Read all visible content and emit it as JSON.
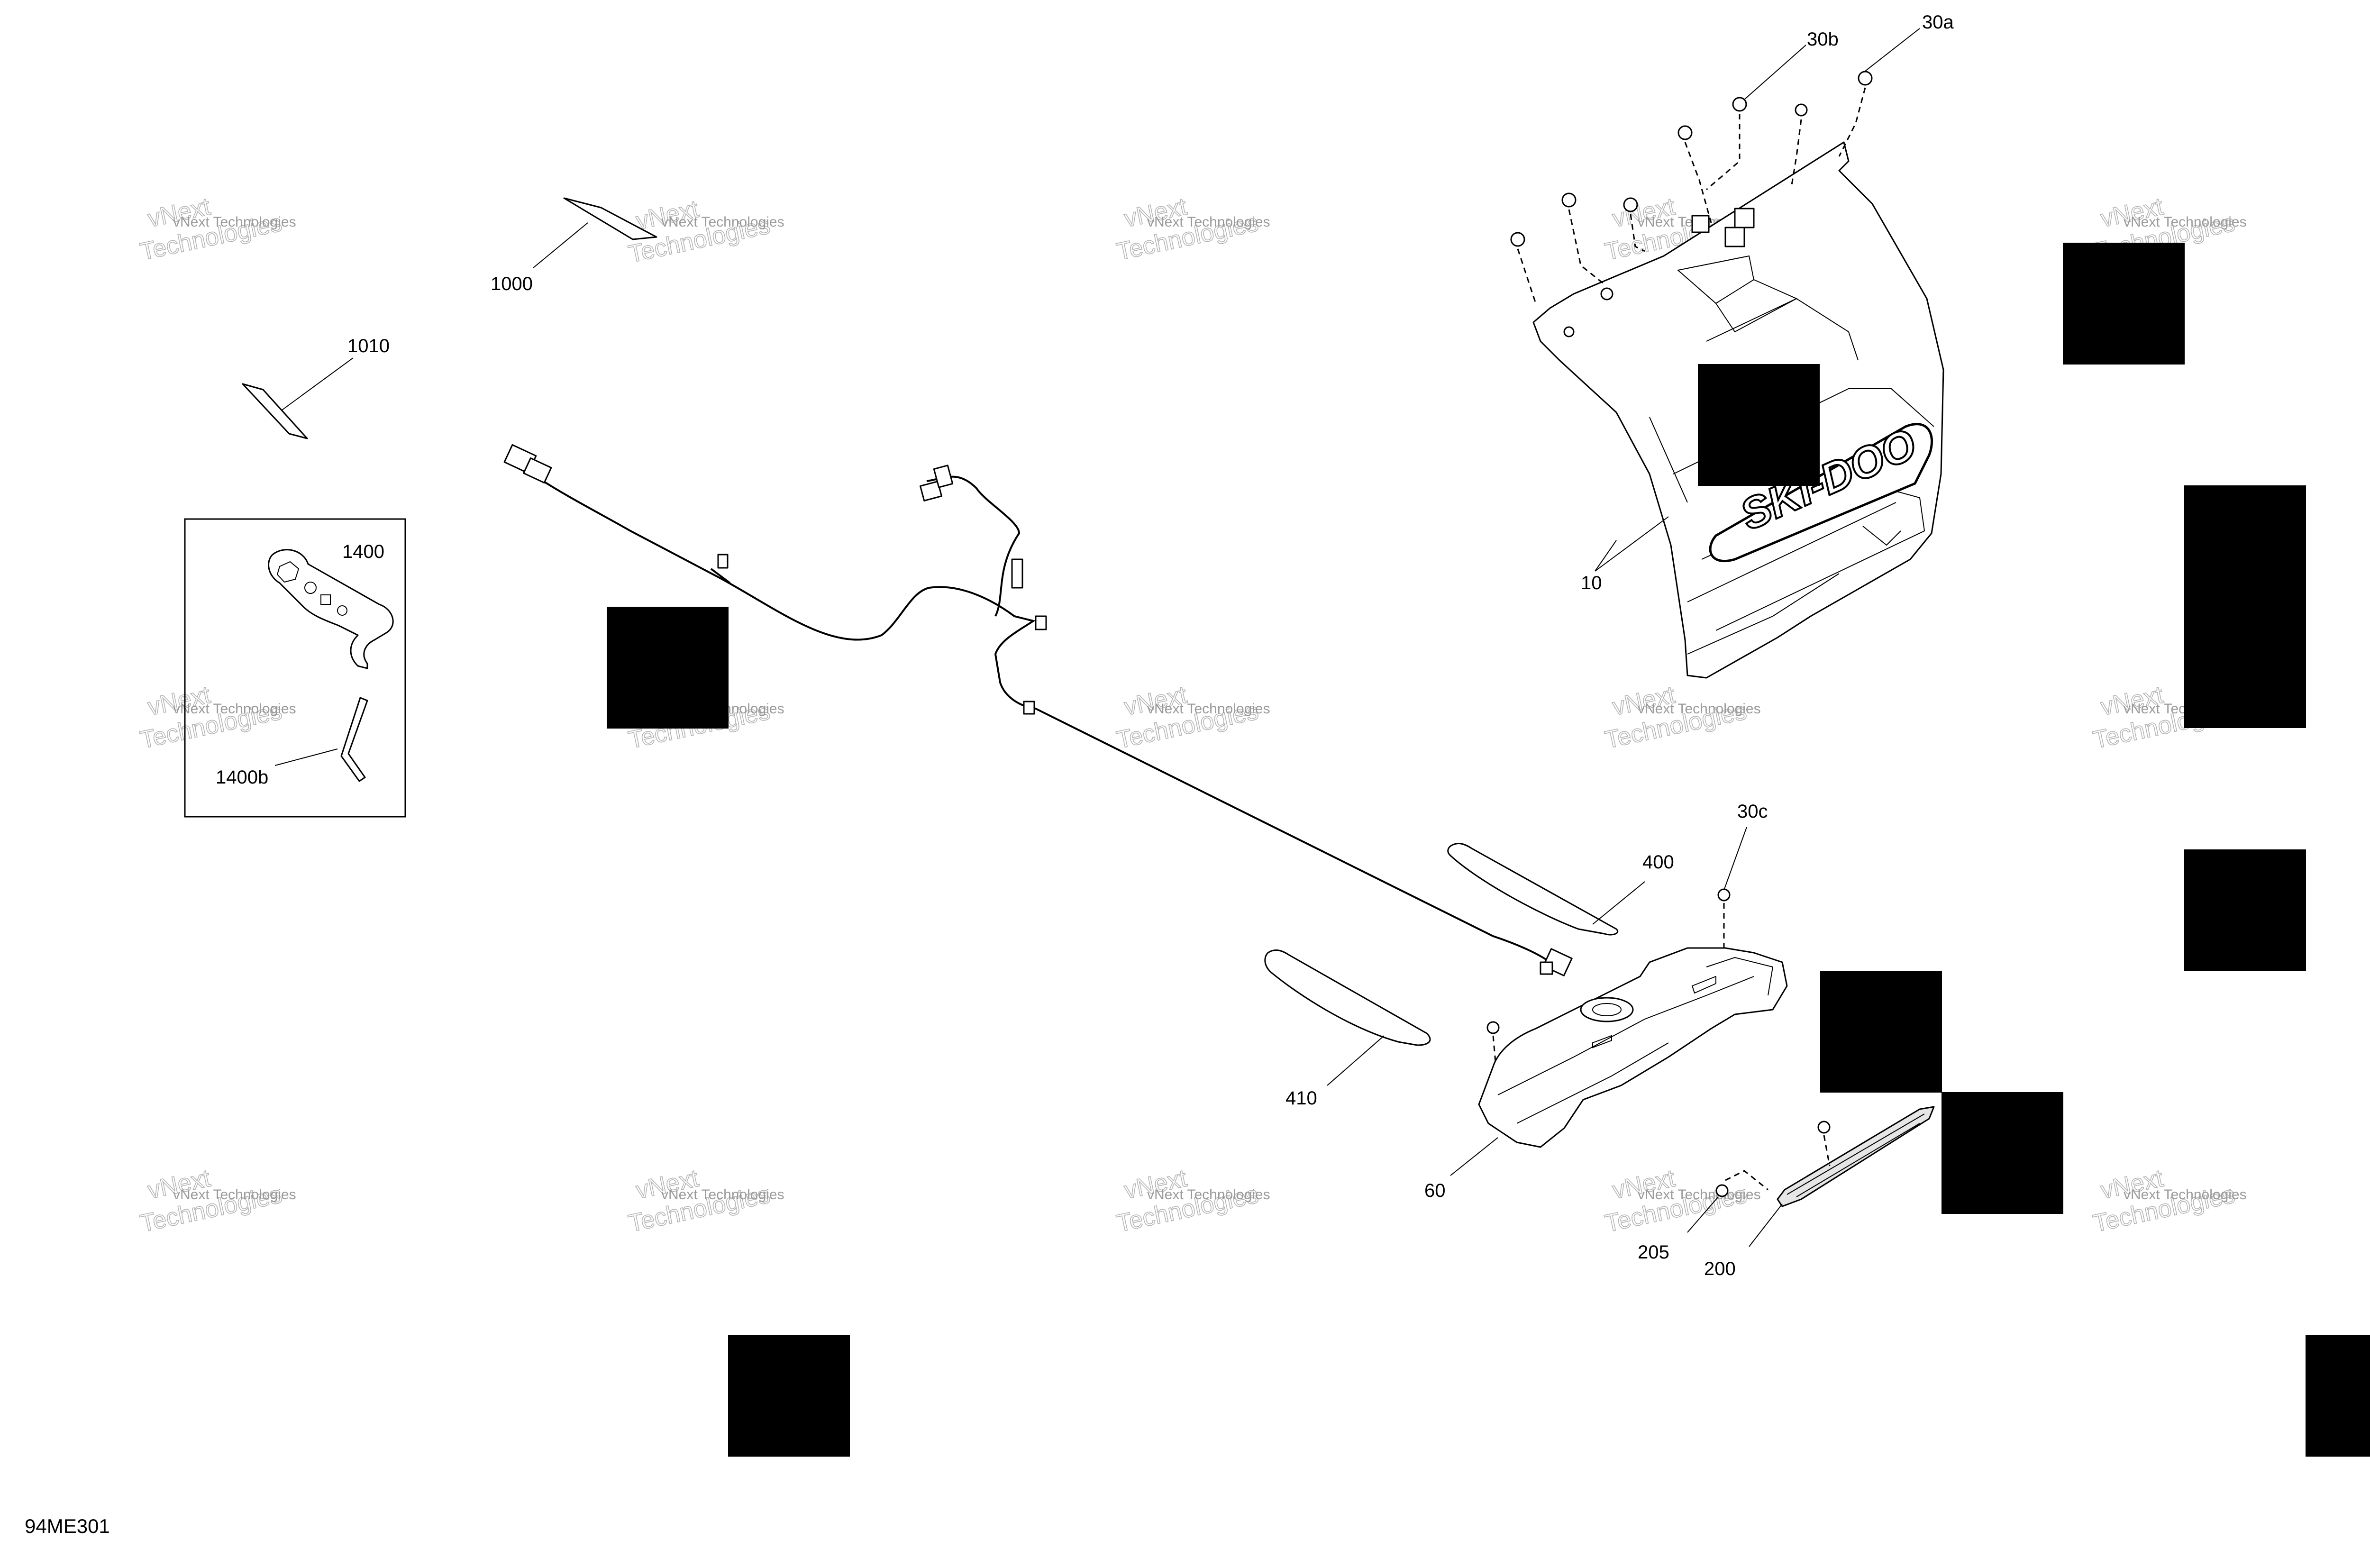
{
  "diagram_code": "94ME301",
  "watermark": {
    "line1": "vNext Technologies",
    "line2": "Technologies",
    "line3": "vNext"
  },
  "callouts": {
    "c10": "10",
    "c30a": "30a",
    "c30b": "30b",
    "c30c": "30c",
    "c60": "60",
    "c200": "200",
    "c205": "205",
    "c400": "400",
    "c410": "410",
    "c1000": "1000",
    "c1010": "1010",
    "c1400": "1400",
    "c1400b": "1400b"
  },
  "logo_text": "SKI-DOO",
  "colors": {
    "line": "#000000",
    "watermark": "#9a9a9a",
    "background": "#ffffff"
  }
}
